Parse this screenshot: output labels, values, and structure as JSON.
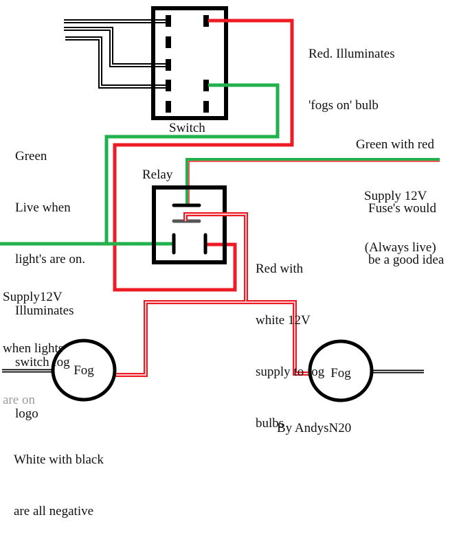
{
  "colors": {
    "red": "#ed1c24",
    "green": "#22b14c",
    "black": "#000000",
    "pale_red": "#f5a3a6",
    "faded_text": "#9a9a9a"
  },
  "components": {
    "switch": {
      "label": "Switch"
    },
    "relay": {
      "label": "Relay"
    },
    "fog_left": {
      "label": "Fog"
    },
    "fog_right": {
      "label": "Fog"
    }
  },
  "annotations": {
    "red_switch": [
      "Red. Illuminates",
      "'fogs on' bulb"
    ],
    "green_live": [
      "Green",
      "Live when",
      "light's are on.",
      "Illuminates",
      "switch fog",
      "logo"
    ],
    "green_with_red": [
      "Green with red",
      "Supply 12V",
      " (Always live)"
    ],
    "fuse_note": [
      "Fuse's would",
      "be a good idea"
    ],
    "red_with_white": [
      "Red with",
      "white 12V",
      "supply to fog",
      "bulbs"
    ],
    "supply_lights": [
      "Supply12V",
      "when lights"
    ],
    "supply_lights_faded": "are on",
    "negative_note": [
      "White with black",
      "are all negative"
    ],
    "credit": "By AndysN20"
  },
  "wires": [
    {
      "name": "wire-red-switch-to-relay",
      "color": "red"
    },
    {
      "name": "wire-green-switch-to-supply",
      "color": "green"
    },
    {
      "name": "wire-green-red-always-live",
      "color": "green-with-red"
    },
    {
      "name": "wire-red-white-to-fog-bulbs",
      "color": "red-with-white"
    },
    {
      "name": "wire-white-black-negative",
      "color": "white-with-black"
    }
  ]
}
